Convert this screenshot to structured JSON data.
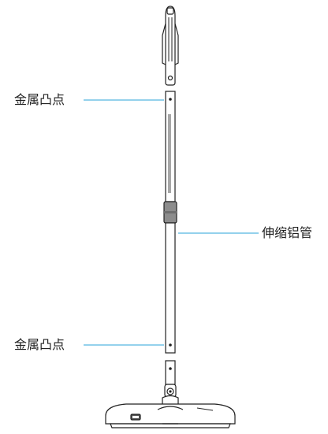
{
  "callouts": {
    "top_metal_bump": {
      "label": "金属凸点"
    },
    "telescopic_tube": {
      "label": "伸缩铝管"
    },
    "bottom_metal_bump": {
      "label": "金属凸点"
    }
  },
  "colors": {
    "leader_line": "#2aa3d8",
    "outline": "#222222",
    "fill_light": "#ffffff",
    "fill_gray": "#8c8c8c",
    "fill_dark": "#555555"
  },
  "icons": {
    "handle": "mop-handle",
    "tube": "aluminum-tube",
    "head": "mop-head"
  }
}
